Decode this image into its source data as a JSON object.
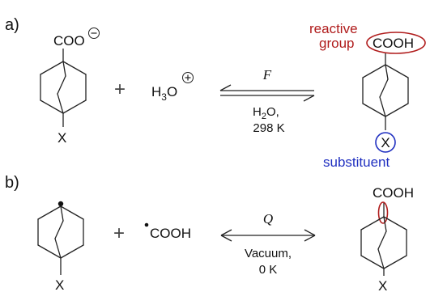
{
  "panel_a": {
    "label": "a)",
    "reactant": {
      "group": "COO",
      "substituent": "X"
    },
    "plus": "+",
    "reagent": {
      "base": "H",
      "sub": "3",
      "tail": "O"
    },
    "arrow_label_top": "F",
    "arrow_label_bottom_line1_a": "H",
    "arrow_label_bottom_line1_sub": "2",
    "arrow_label_bottom_line1_b": "O,",
    "arrow_label_bottom_line2": "298 K",
    "product": {
      "group": "COOH",
      "substituent": "X"
    },
    "annotation_reactive_line1": "reactive",
    "annotation_reactive_line2": "group",
    "annotation_substituent": "substituent"
  },
  "panel_b": {
    "label": "b)",
    "reactant": {
      "substituent": "X"
    },
    "plus": "+",
    "reagent": "COOH",
    "arrow_label_top": "Q",
    "arrow_label_bottom_line1": "Vacuum,",
    "arrow_label_bottom_line2": "0 K",
    "product": {
      "group": "COOH",
      "substituent": "X"
    }
  },
  "colors": {
    "red": "#b01c1c",
    "blue": "#1f2fc0",
    "ink": "#111111"
  }
}
